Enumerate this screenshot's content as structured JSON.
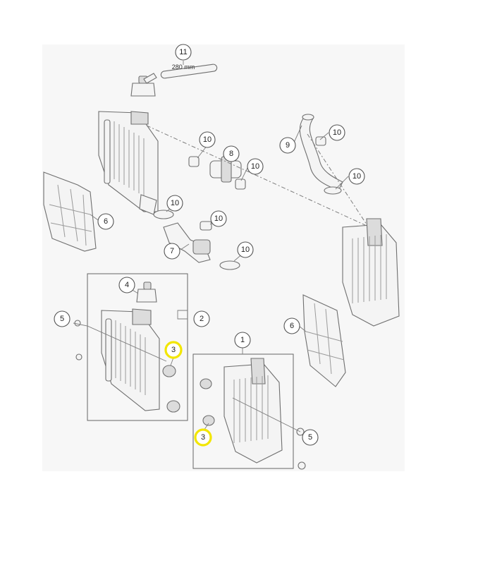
{
  "colors": {
    "panel_background": "#f7f7f7",
    "highlight": "#f2e600",
    "line": "#6f6f6f"
  },
  "callouts": {
    "c1": "1",
    "c2": "2",
    "c3a": "3",
    "c3b": "3",
    "c4": "4",
    "c5a": "5",
    "c5b": "5",
    "c6a": "6",
    "c6b": "6",
    "c7": "7",
    "c8": "8",
    "c9": "9",
    "c10a": "10",
    "c10b": "10",
    "c10c": "10",
    "c10d": "10",
    "c10e": "10",
    "c10f": "10",
    "c10g": "10",
    "c11": "11"
  },
  "highlighted_callouts": [
    "c3a",
    "c3b"
  ],
  "dimension_label": "280 mm"
}
